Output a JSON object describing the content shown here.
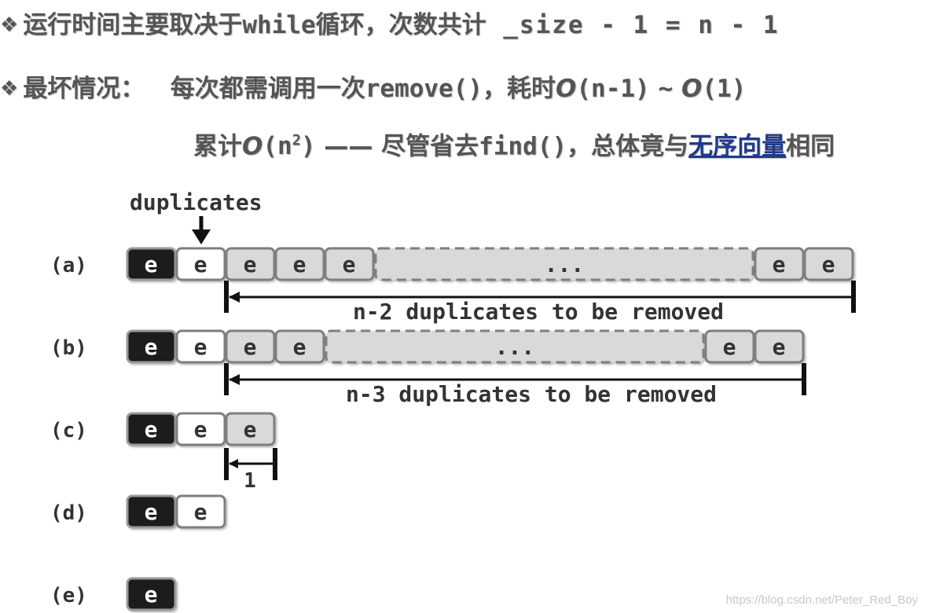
{
  "line1": {
    "bullet": "❖",
    "text_cn": "运行时间主要取决于",
    "code_while": "while",
    "text_cn2": "循环，次数共计",
    "code_expr": "_size - 1 = n - 1"
  },
  "line2": {
    "bullet": "❖",
    "label": "最坏情况：",
    "text_a": "每次都需调用一次",
    "code_remove": "remove()",
    "text_b": "，耗时",
    "o1": "O",
    "arg1": "(n-1)",
    "tilde": "~",
    "o2": "O",
    "arg2": "(1)"
  },
  "line3": {
    "text_a": "累计",
    "o": "O",
    "arg_open": "(n",
    "sup": "2",
    "arg_close": ")",
    "dash": "——",
    "text_b": "尽管省去",
    "code_find": "find()",
    "text_c": "，总体竟与",
    "link": "无序向量",
    "text_d": "相同"
  },
  "diagram": {
    "duplicates_label": "duplicates",
    "elem": "e",
    "ellipsis": "...",
    "rows": [
      {
        "label": "(a)",
        "range_label": "n-2 duplicates to be removed"
      },
      {
        "label": "(b)",
        "range_label": "n-3 duplicates to be removed"
      },
      {
        "label": "(c)",
        "range_label": "1"
      },
      {
        "label": "(d)"
      },
      {
        "label": "(e)"
      }
    ]
  },
  "watermark": "https://blog.csdn.net/Peter_Red_Boy",
  "colors": {
    "black_cell": "#1a1a1a",
    "white_cell": "#ffffff",
    "gray_cell": "#d9d9d9",
    "border": "#7f7f7f",
    "link": "#1f3a8a"
  }
}
